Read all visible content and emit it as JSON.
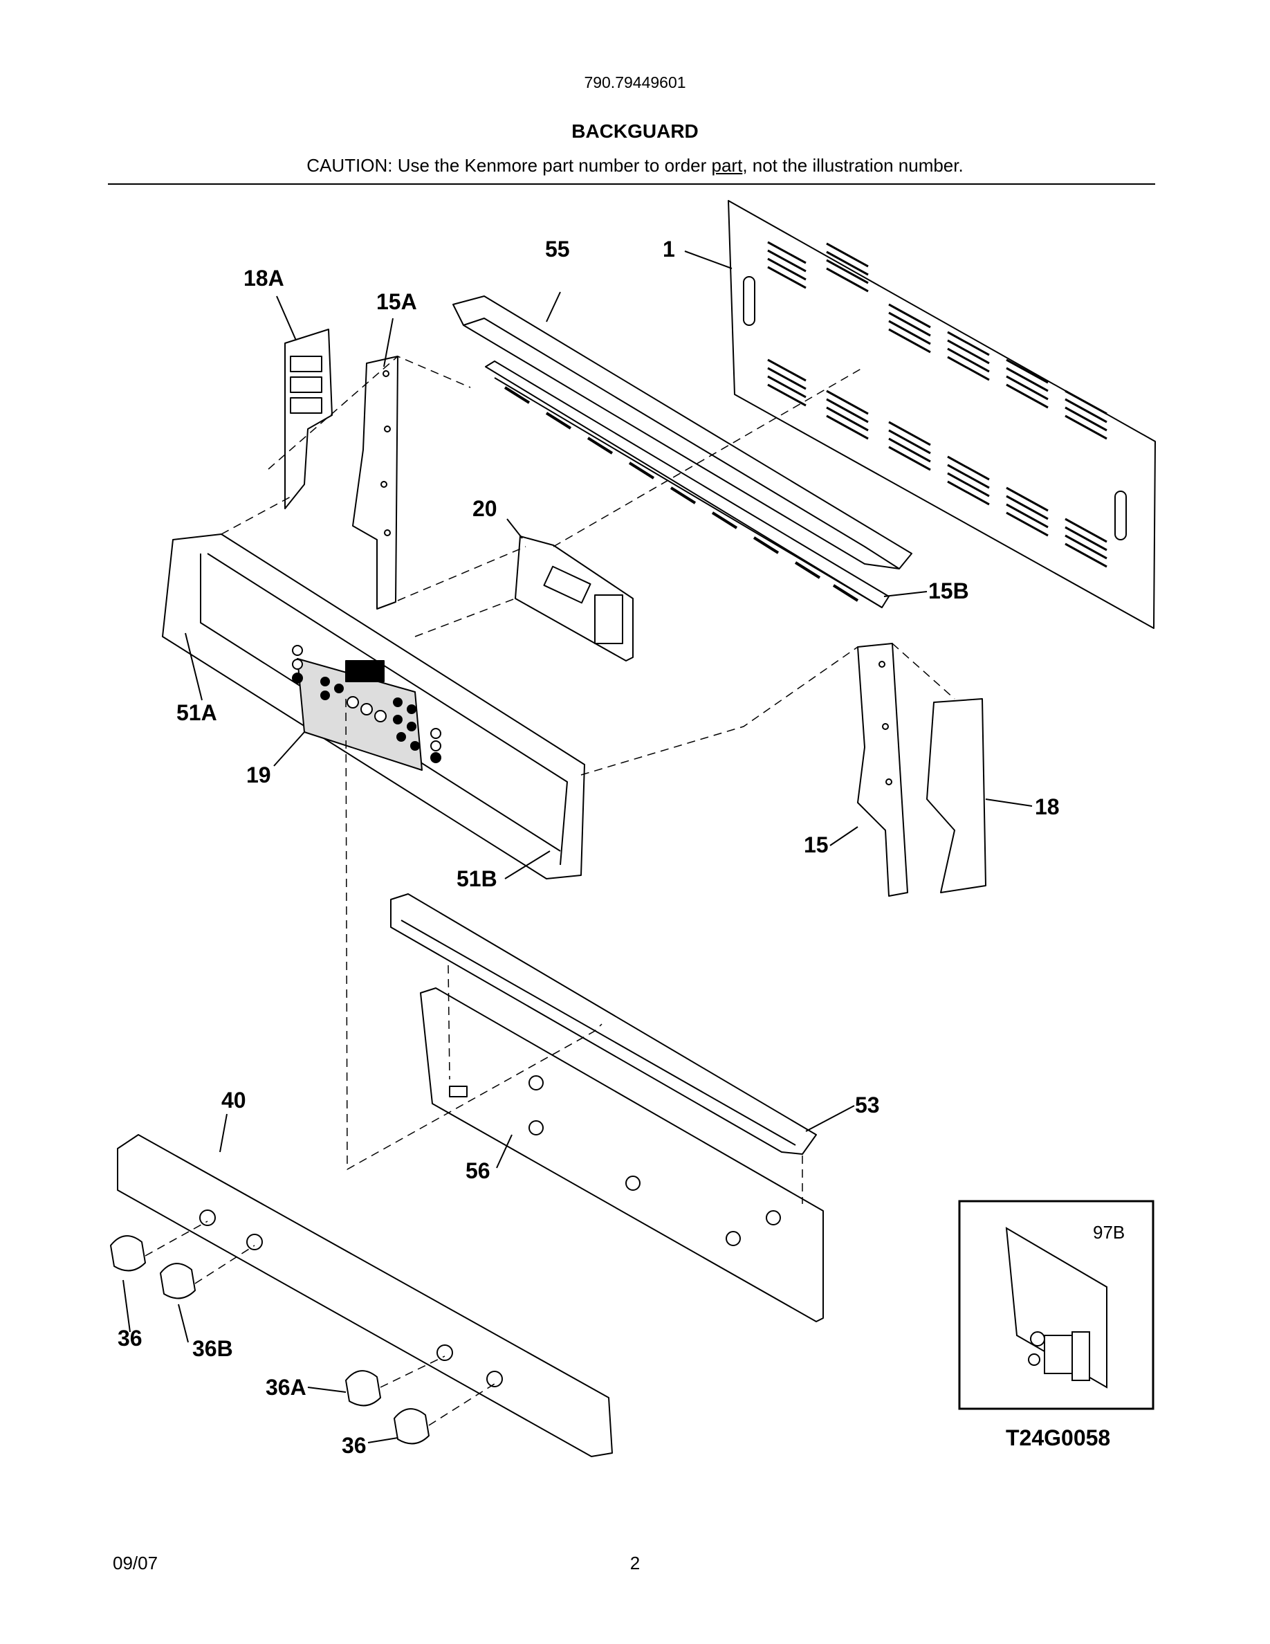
{
  "header": {
    "model_number": "790.79449601",
    "title": "BACKGUARD",
    "caution_prefix": "CAUTION: Use the Kenmore part number to order ",
    "caution_link": "part",
    "caution_suffix": ", not the illustration number."
  },
  "callouts": {
    "c1": "1",
    "c55": "55",
    "c18A": "18A",
    "c15A": "15A",
    "c20": "20",
    "c15B": "15B",
    "c51A": "51A",
    "c19": "19",
    "c51B": "51B",
    "c15": "15",
    "c18": "18",
    "c53": "53",
    "c40": "40",
    "c56": "56",
    "c36a": "36",
    "c36B": "36B",
    "c36A": "36A",
    "c36b": "36"
  },
  "inset": {
    "label": "97B"
  },
  "footer": {
    "reference_code": "T24G0058",
    "date": "09/07",
    "page_number": "2"
  }
}
